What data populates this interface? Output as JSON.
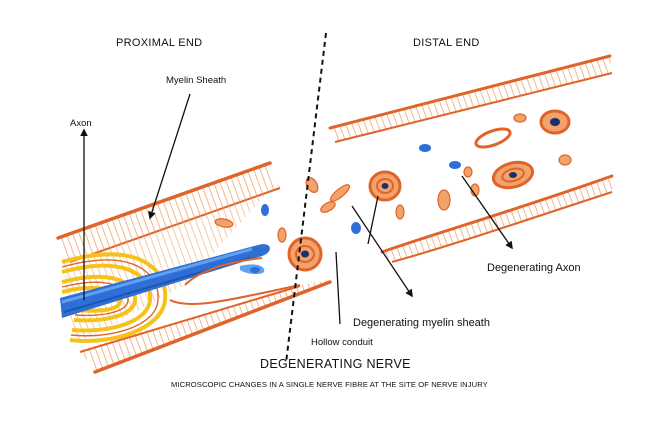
{
  "labels": {
    "proximal_end": "PROXIMAL END",
    "distal_end": "DISTAL END",
    "myelin_sheath": "Myelin Sheath",
    "axon": "Axon",
    "degenerating_axon": "Degenerating Axon",
    "degenerating_myelin_sheath": "Degenerating myelin sheath",
    "hollow_conduit": "Hollow conduit",
    "degenerating_nerve": "DEGENERATING NERVE",
    "caption": "MICROSCOPIC CHANGES IN A SINGLE NERVE FIBRE AT THE SITE OF NERVE INJURY"
  },
  "colors": {
    "sheath_orange": "#e0632a",
    "sheath_light": "#f2a36b",
    "axon_blue": "#2e6fd6",
    "axon_light": "#5fa0f0",
    "myelin_yellow": "#f5c21a",
    "nucleus_navy": "#1d2f6b",
    "ink": "#111111"
  }
}
